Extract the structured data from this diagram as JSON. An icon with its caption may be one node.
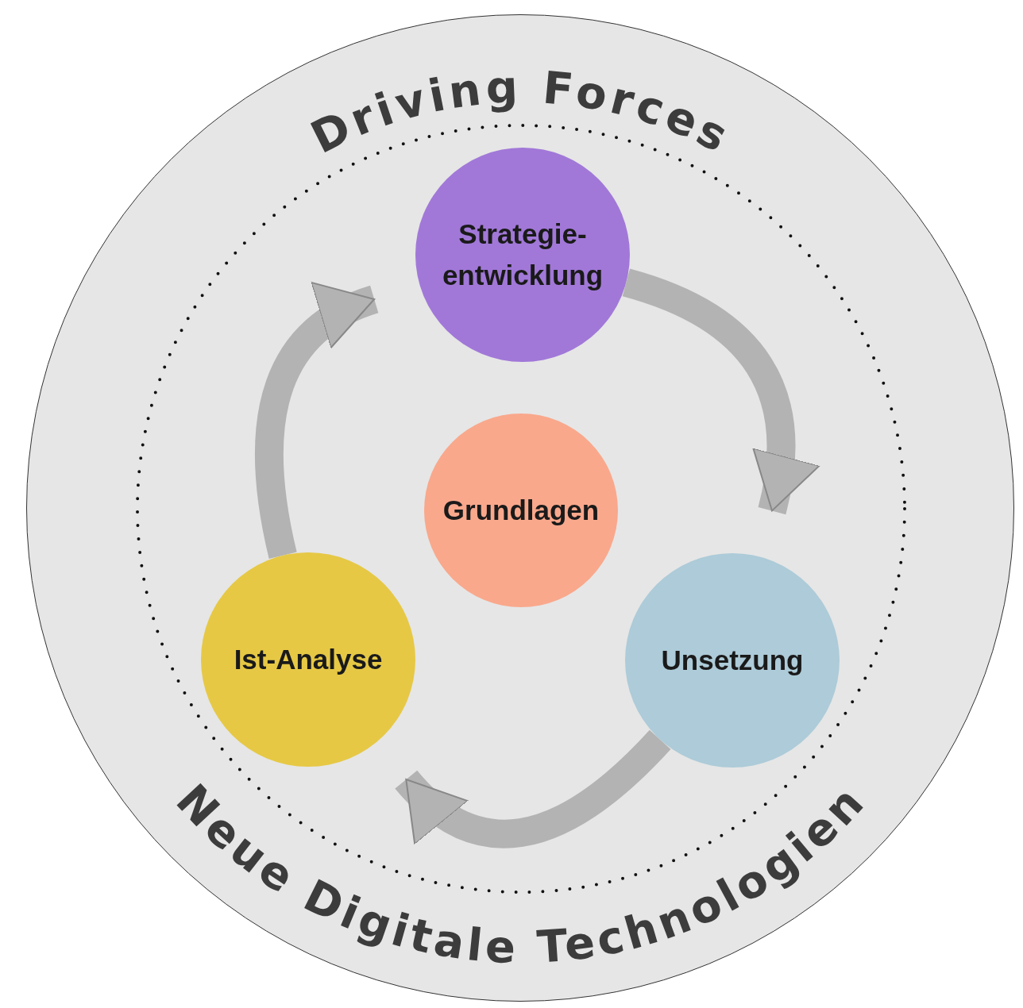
{
  "diagram": {
    "nodes": [
      {
        "text": [
          "Driving Forces",
          "Neue Digitale Technologien"
        ]
      },
      {
        "text": [
          "Strategie- entwicklung"
        ],
        "in": 0
      },
      {
        "text": [
          "Grundlagen"
        ],
        "in": 0
      },
      {
        "text": [
          "Unsetzung"
        ],
        "in": 0
      },
      {
        "text": [
          "Ist-Analyse"
        ],
        "in": 0
      }
    ],
    "edges": [
      {
        "from": 4,
        "to": 1,
        "arrow": "to"
      },
      {
        "from": 1,
        "to": 3,
        "arrow": "to"
      },
      {
        "from": 3,
        "to": 4,
        "arrow": "to"
      }
    ]
  }
}
